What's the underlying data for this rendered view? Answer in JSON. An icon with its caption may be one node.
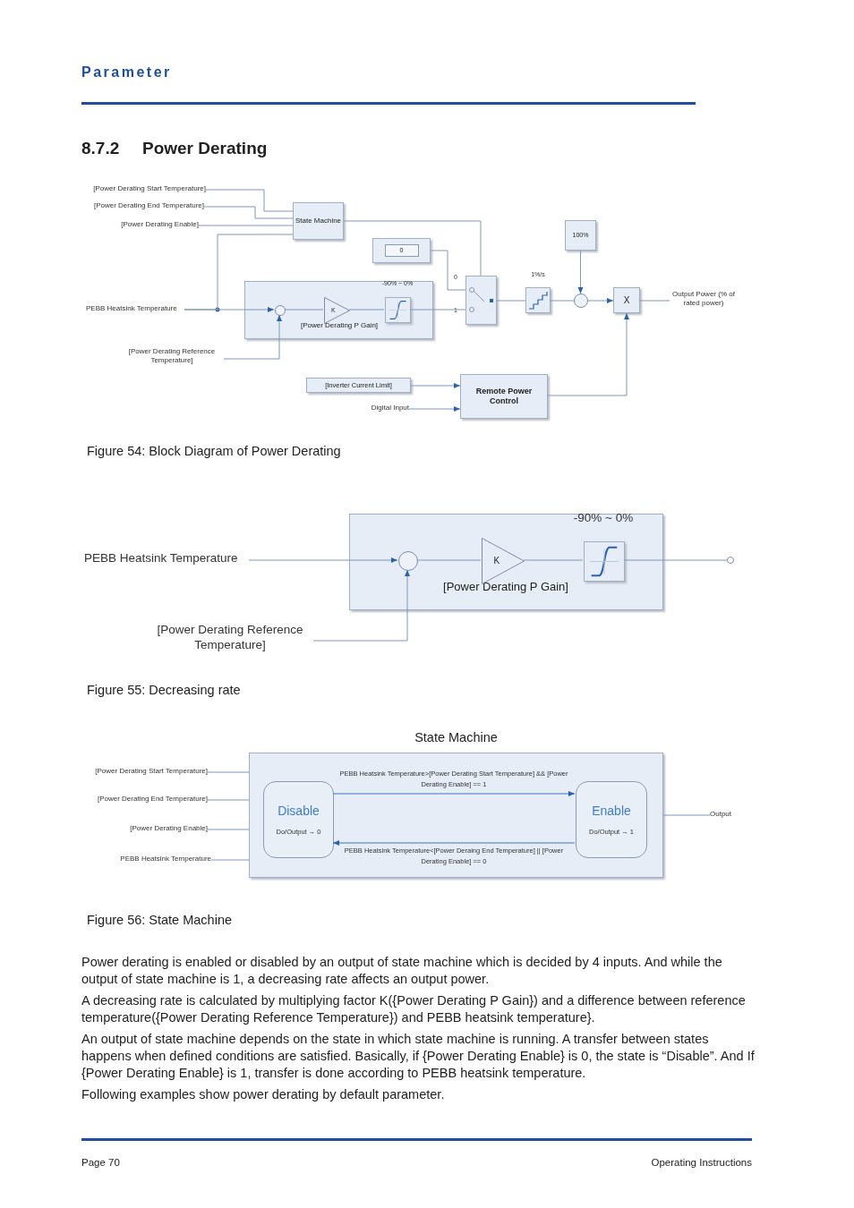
{
  "diagram": {
    "nodes": [
      {
        "text": [
          "[Power Derating Start Temperature]"
        ]
      },
      {
        "text": [
          "[Power Derating End Temperature]"
        ]
      },
      {
        "text": [
          "[Power Derating Enable]"
        ]
      },
      {
        "text": [
          "State Machine"
        ]
      },
      {
        "text": [
          "100%"
        ]
      },
      {
        "text": [
          "0"
        ]
      },
      {
        "text": [
          "PEBB Heatsink Temperature"
        ]
      },
      {
        "text": [
          "[Power Derating P Gain]"
        ]
      },
      {
        "text": [],
        "shape": "circle",
        "in": 7
      },
      {
        "text": [
          "K"
        ],
        "in": 7
      },
      {
        "text": [],
        "shape": "box",
        "in": 7,
        "beside": [
          "-90% ~ 0%"
        ]
      },
      {
        "text": [],
        "shape": "box",
        "beside": [
          "0",
          "1"
        ]
      },
      {
        "text": [],
        "shape": "box",
        "beside": [
          "1%/s"
        ]
      },
      {
        "text": [],
        "shape": "circle"
      },
      {
        "text": [
          "X"
        ]
      },
      {
        "text": [
          "Output Power (% of rated power)"
        ]
      },
      {
        "text": [
          "[Power Derating Reference Temperature]"
        ]
      },
      {
        "text": [
          "[Inverter Current Limit]"
        ]
      },
      {
        "text": [
          "Remote Power Control"
        ]
      },
      {
        "text": [
          "Digital Input"
        ]
      },
      {
        "text": [
          "PEBB Heatsink Temperature"
        ]
      },
      {
        "text": [
          "[Power Derating P Gain]"
        ]
      },
      {
        "text": [],
        "shape": "circle",
        "in": 21
      },
      {
        "text": [
          "K"
        ],
        "in": 21
      },
      {
        "text": [],
        "shape": "box",
        "in": 21,
        "beside": [
          "-90% ~ 0%"
        ]
      },
      {
        "text": [
          "[Power Derating Reference Temperature]"
        ]
      },
      {
        "text": [],
        "shape": "circle"
      },
      {
        "text": [
          "[Power Derating Start Temperature]"
        ]
      },
      {
        "text": [
          "[Power Derating End Temperature]"
        ]
      },
      {
        "text": [
          "[Power Derating Enable]"
        ]
      },
      {
        "text": [
          "PEBB Heatsink Temperature"
        ]
      },
      {
        "text": [
          "State Machine"
        ]
      },
      {
        "text": [
          "Disable",
          "Do/Output → 0"
        ],
        "in": 31
      },
      {
        "text": [
          "Enable",
          "Do/Output → 1"
        ],
        "in": 31
      },
      {
        "text": [
          "Output"
        ]
      }
    ],
    "edges": [
      {
        "from": 0,
        "to": 3,
        "arrow": "none"
      },
      {
        "from": 1,
        "to": 3,
        "arrow": "none"
      },
      {
        "from": 2,
        "to": 3,
        "arrow": "none"
      },
      {
        "from": 6,
        "to": 3,
        "arrow": "none"
      },
      {
        "from": 6,
        "to": 8,
        "arrow": "to"
      },
      {
        "from": 16,
        "to": 8,
        "arrow": "to"
      },
      {
        "from": 8,
        "to": 9,
        "arrow": "none"
      },
      {
        "from": 9,
        "to": 10,
        "arrow": "none"
      },
      {
        "from": 10,
        "to": 11,
        "arrow": "none"
      },
      {
        "from": 5,
        "to": 11,
        "arrow": "none"
      },
      {
        "from": 3,
        "to": 11,
        "arrow": "none"
      },
      {
        "from": 11,
        "to": 12,
        "arrow": "none"
      },
      {
        "from": 12,
        "to": 13,
        "arrow": "none"
      },
      {
        "from": 4,
        "to": 13,
        "arrow": "to"
      },
      {
        "from": 13,
        "to": 14,
        "arrow": "to"
      },
      {
        "from": 18,
        "to": 14,
        "arrow": "to"
      },
      {
        "from": 14,
        "to": 15,
        "arrow": "none"
      },
      {
        "from": 17,
        "to": 18,
        "arrow": "to"
      },
      {
        "from": 19,
        "to": 18,
        "arrow": "to"
      },
      {
        "from": 20,
        "to": 22,
        "arrow": "to"
      },
      {
        "from": 25,
        "to": 22,
        "arrow": "to"
      },
      {
        "from": 22,
        "to": 23,
        "arrow": "none"
      },
      {
        "from": 23,
        "to": 24,
        "arrow": "none"
      },
      {
        "from": 24,
        "to": 26,
        "arrow": "none"
      },
      {
        "from": 27,
        "to": 31,
        "arrow": "none"
      },
      {
        "from": 28,
        "to": 31,
        "arrow": "none"
      },
      {
        "from": 29,
        "to": 31,
        "arrow": "none"
      },
      {
        "from": 30,
        "to": 31,
        "arrow": "none"
      },
      {
        "from": 32,
        "to": 33,
        "arrow": "to",
        "label": "PEBB Heatsink Temperature>[Power Derating Start Temperature] && [Power Derating Enable] == 1"
      },
      {
        "from": 33,
        "to": 32,
        "arrow": "to",
        "label": "PEBB Heatsink Temperature<[Power Deraing End Temperature] || [Power Derating Enable] == 0"
      },
      {
        "from": 31,
        "to": 34,
        "arrow": "none"
      }
    ],
    "labels": [
      "Parameter",
      "8.7.2",
      "Power Derating",
      "Figure 54:  Block Diagram of Power Derating",
      "Figure 55:  Decreasing rate",
      "Figure 56:  State Machine",
      "Power derating is enabled or disabled by an output of state machine which is decided by 4 inputs. And while the output of state machine is 1, a decreasing rate affects an output power.",
      "A decreasing rate is calculated by multiplying factor K({Power Derating P Gain}) and a difference between reference temperature({Power Derating Reference Temperature}) and PEBB heatsink temperature}.",
      "An output of state machine depends on the state in which state machine is running. A transfer between states happens when defined conditions are satisfied. Basically, if {Power Derating Enable} is 0, the state is “Disable”. And If {Power Derating Enable} is 1, transfer is done according to PEBB heatsink temperature.",
      "Following examples show power derating by default parameter.",
      "Page 70",
      "Operating Instructions"
    ]
  }
}
